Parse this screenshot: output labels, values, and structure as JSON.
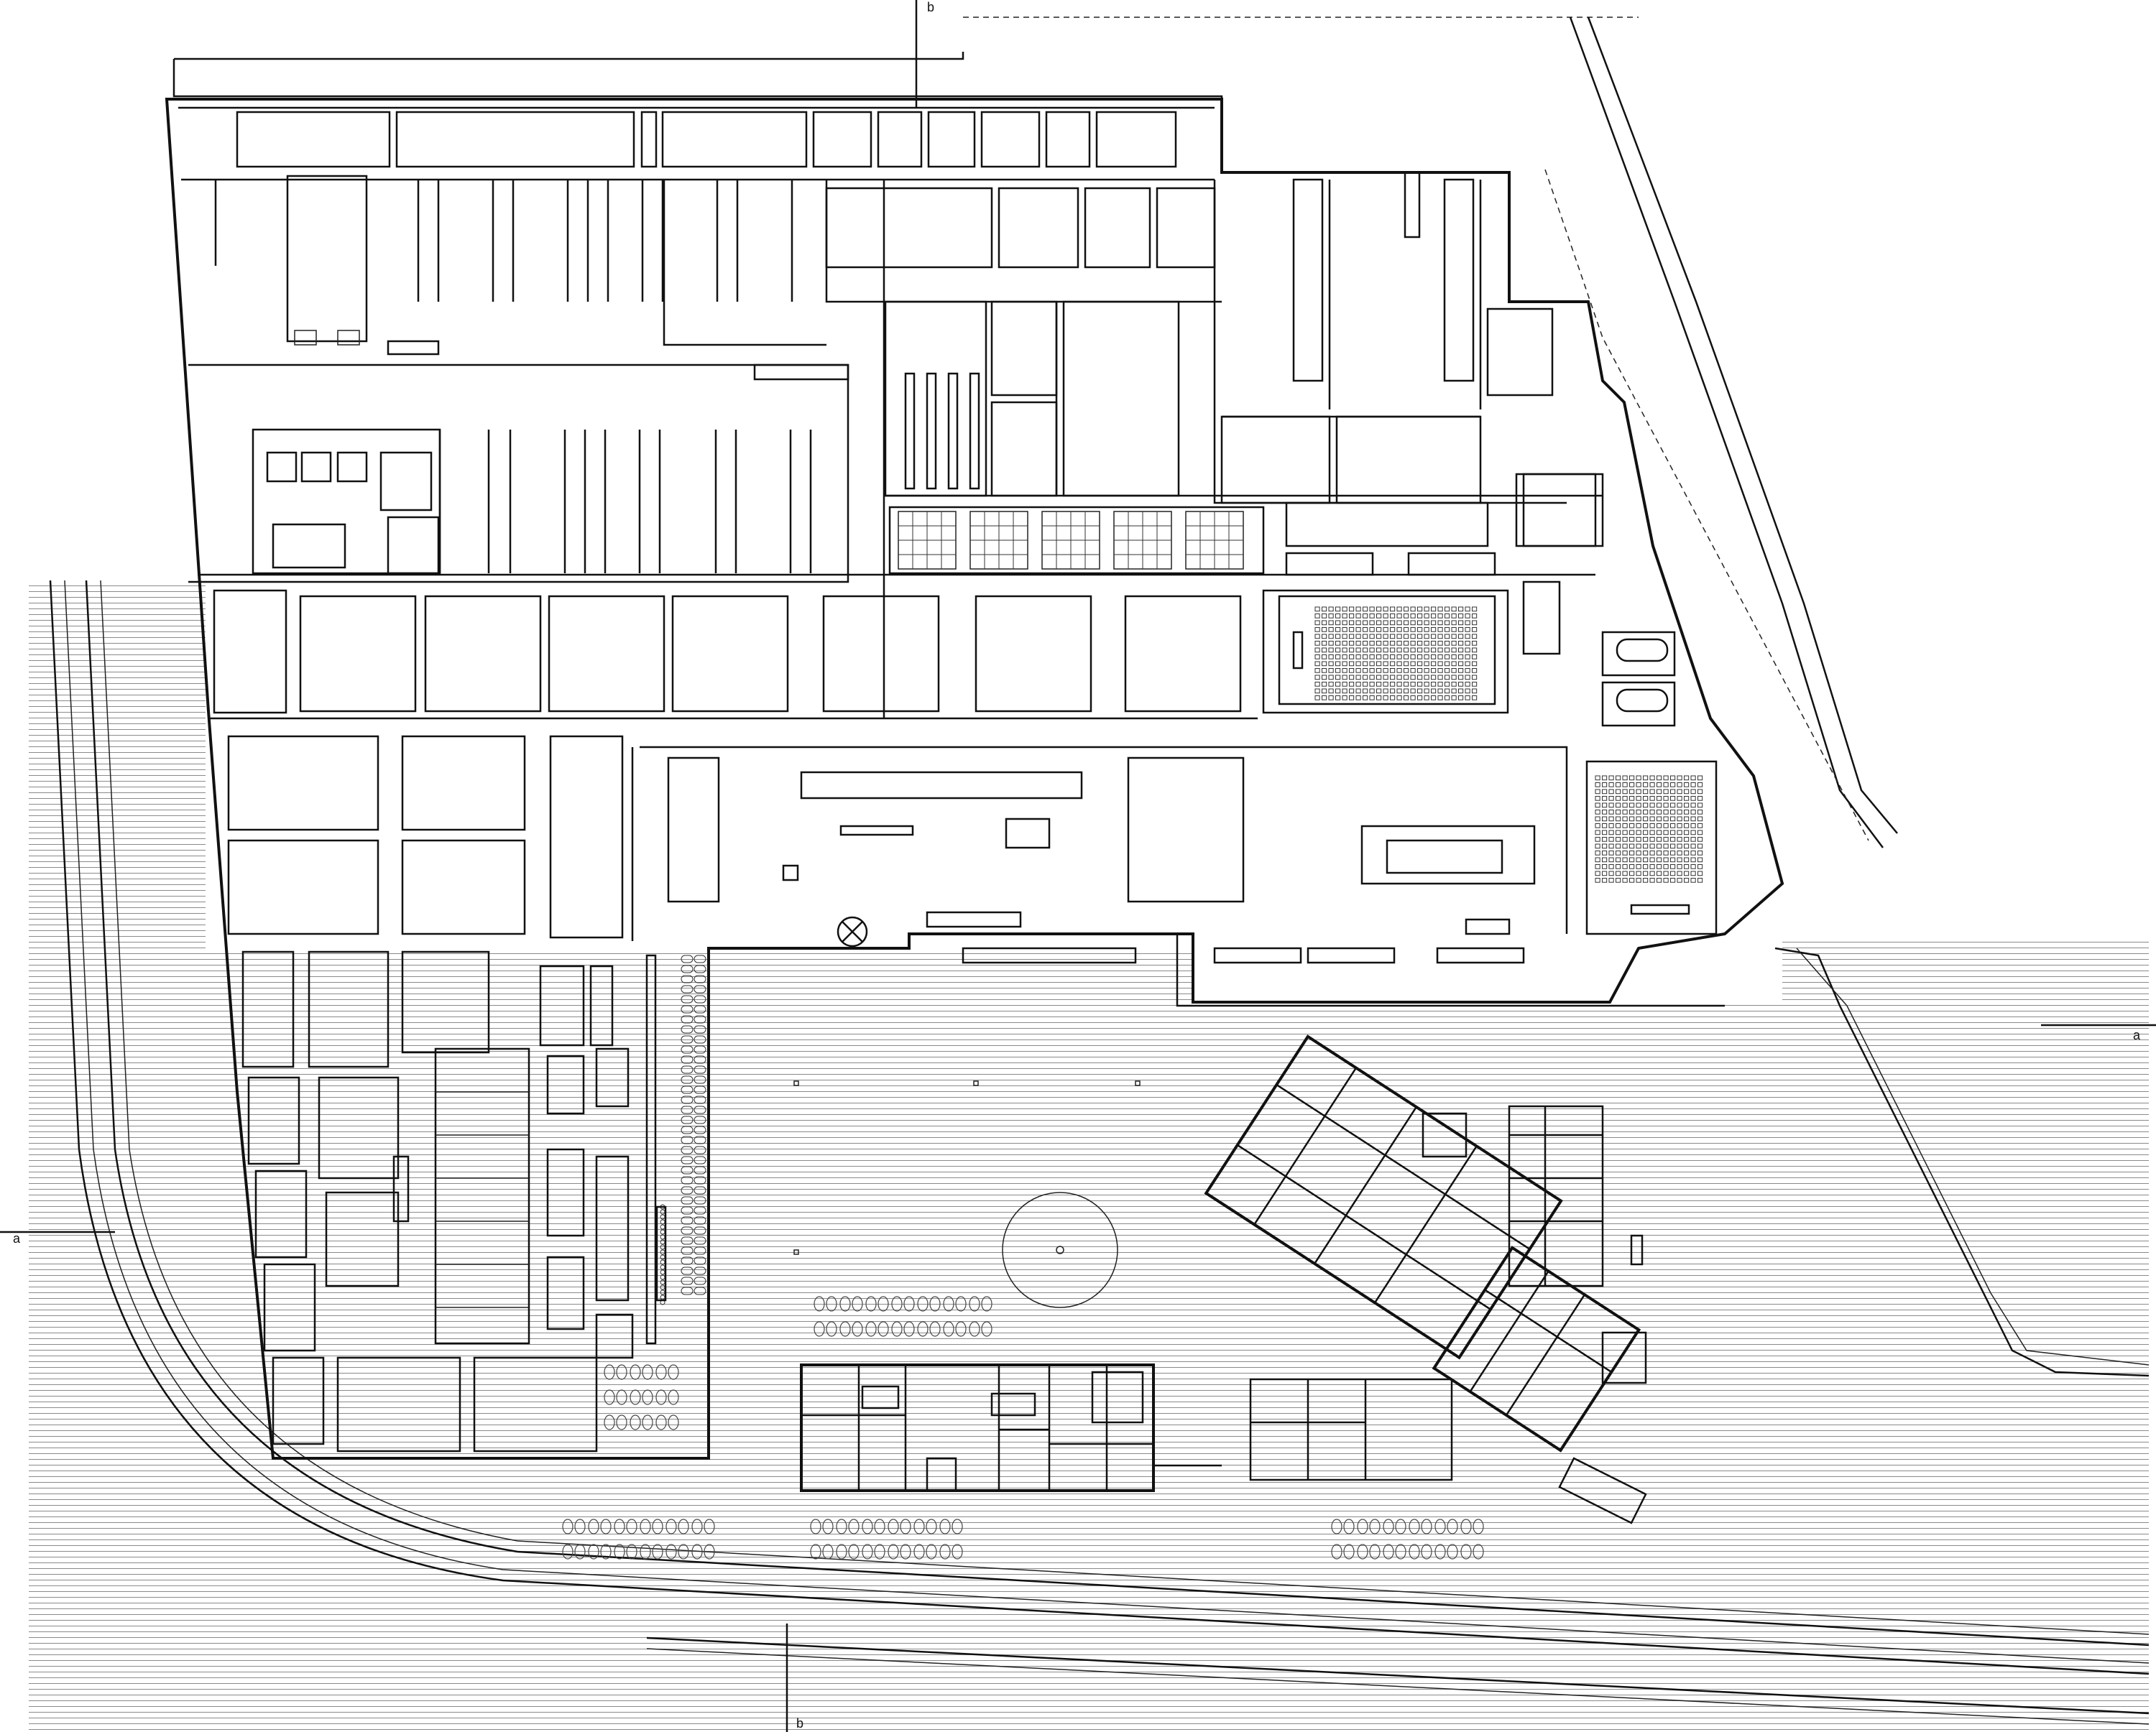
{
  "section_marks": {
    "a_left": "a",
    "a_right": "a",
    "b_top": "b",
    "b_bottom": "b"
  }
}
